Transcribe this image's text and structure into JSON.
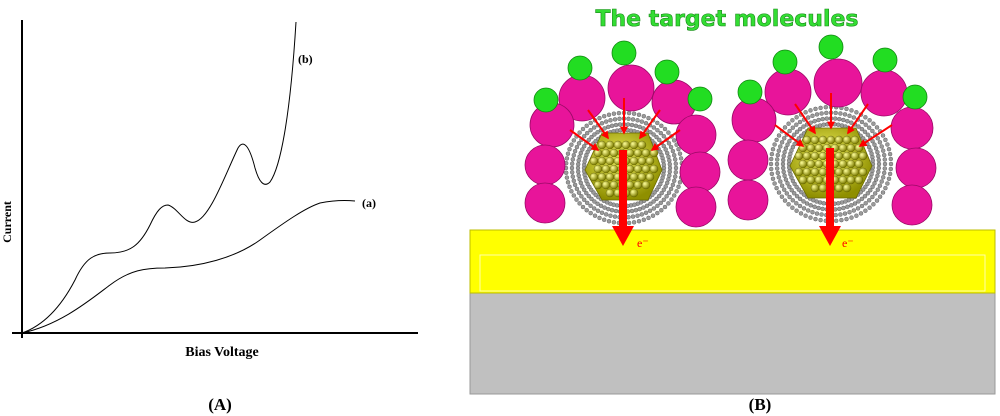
{
  "panel_a": {
    "caption": "(A)",
    "x_axis_label": "Bias Voltage",
    "y_axis_label": "Current",
    "curve_a_label": "(a)",
    "curve_b_label": "(b)"
  },
  "panel_b": {
    "caption": "(B)",
    "title": "The target molecules",
    "electron_label_left": "e⁻",
    "electron_label_right": "e⁻"
  },
  "colors": {
    "gold_layer": "#ffff00",
    "substrate": "#c0c0c0",
    "receptor": "#e8149a",
    "target": "#22dd22",
    "nanoparticle": "#c8c800",
    "arrow": "#ff0000"
  }
}
